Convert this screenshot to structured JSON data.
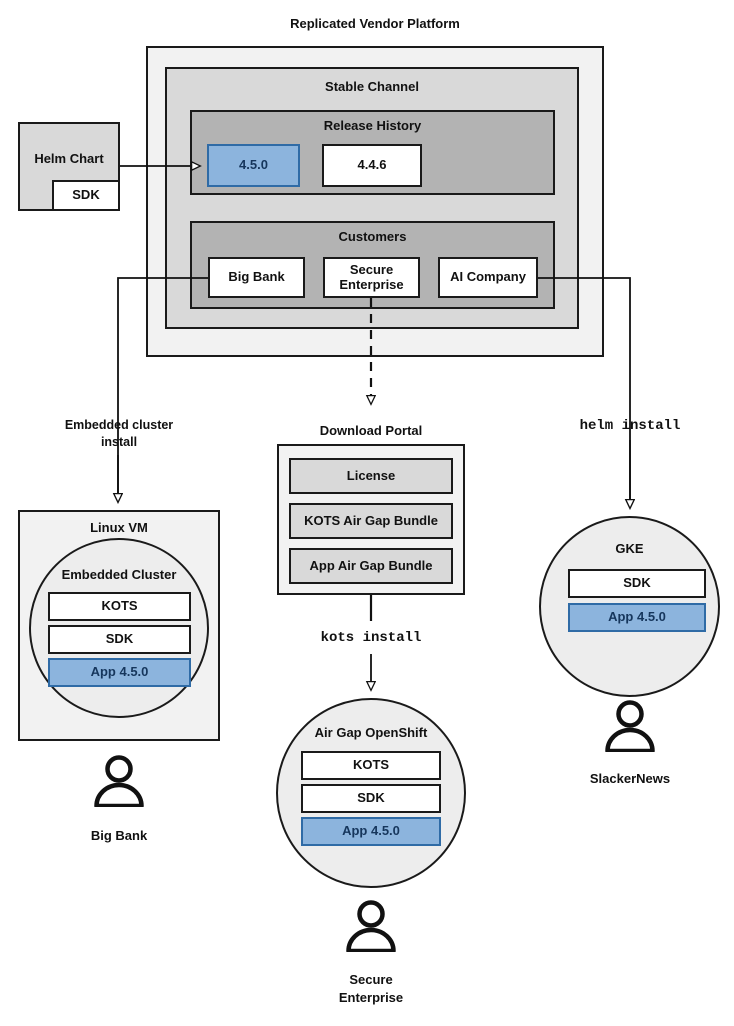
{
  "diagram": {
    "title": "Replicated Vendor Platform",
    "platform": {
      "channel_title": "Stable Channel",
      "release_history": {
        "title": "Release History",
        "releases": [
          {
            "version": "4.5.0",
            "highlighted": true
          },
          {
            "version": "4.4.6",
            "highlighted": false
          }
        ]
      },
      "customers": {
        "title": "Customers",
        "items": [
          {
            "name": "Big Bank"
          },
          {
            "name": "Secure Enterprise"
          },
          {
            "name": "AI Company"
          }
        ]
      }
    },
    "source": {
      "helm_chart_label": "Helm Chart",
      "sdk_label": "SDK"
    },
    "flows": [
      {
        "id": "embedded",
        "label": "Embedded cluster\ninstall",
        "label_line1": "Embedded cluster",
        "label_line2": "install",
        "style": "text"
      },
      {
        "id": "kots",
        "label": "kots install",
        "style": "mono"
      },
      {
        "id": "helm",
        "label": "helm install",
        "style": "mono"
      }
    ],
    "download_portal": {
      "title": "Download Portal",
      "items": [
        {
          "label": "License"
        },
        {
          "label": "KOTS Air Gap Bundle"
        },
        {
          "label": "App Air Gap Bundle"
        }
      ]
    },
    "targets": [
      {
        "id": "linux-vm",
        "shape": "rect",
        "title": "Linux VM",
        "inner_title": "Embedded Cluster",
        "components": [
          {
            "label": "KOTS",
            "highlighted": false
          },
          {
            "label": "SDK",
            "highlighted": false
          },
          {
            "label": "App 4.5.0",
            "highlighted": true
          }
        ],
        "actor": "Big Bank",
        "actor_line1": "Big Bank",
        "actor_line2": ""
      },
      {
        "id": "airgap-openshift",
        "shape": "circle",
        "title": "Air Gap OpenShift",
        "components": [
          {
            "label": "KOTS",
            "highlighted": false
          },
          {
            "label": "SDK",
            "highlighted": false
          },
          {
            "label": "App 4.5.0",
            "highlighted": true
          }
        ],
        "actor": "Secure Enterprise",
        "actor_line1": "Secure",
        "actor_line2": "Enterprise"
      },
      {
        "id": "gke",
        "shape": "circle",
        "title": "GKE",
        "components": [
          {
            "label": "SDK",
            "highlighted": false
          },
          {
            "label": "App 4.5.0",
            "highlighted": true
          }
        ],
        "actor": "SlackerNews",
        "actor_line1": "SlackerNews",
        "actor_line2": ""
      }
    ],
    "colors": {
      "stroke": "#1a1a1a",
      "highlight_fill": "#8cb4dd",
      "highlight_border": "#2f6ba6",
      "highlight_text": "#16365c",
      "level1_fill": "#f2f2f2",
      "level2_fill": "#d9d9d9",
      "level3_fill": "#b3b3b3",
      "circle_fill": "#ededed"
    }
  }
}
